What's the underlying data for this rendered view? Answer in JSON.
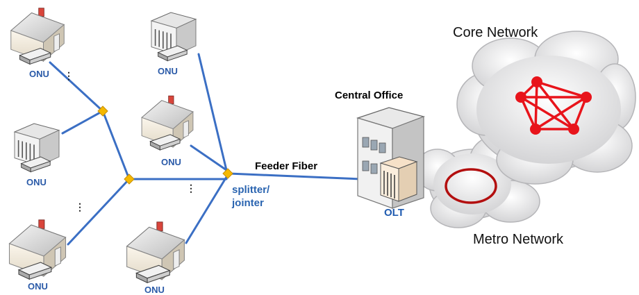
{
  "colors": {
    "fiber": "#3b6fc4",
    "splitter": "#f5b800",
    "mesh": "#e8141b",
    "ring": "#b30f0f"
  },
  "labels": {
    "onu": "ONU",
    "central_office": "Central Office",
    "feeder_fiber": "Feeder Fiber",
    "splitter_line1": "splitter/",
    "splitter_line2": "jointer",
    "olt": "OLT",
    "core_network": "Core Network",
    "metro_network": "Metro Network",
    "ellipsis": "⋮"
  },
  "icons": [
    "house-icon",
    "apartment-building-icon",
    "onu-device-icon",
    "central-office-building-icon",
    "cloud-icon",
    "splitter-node-icon"
  ]
}
